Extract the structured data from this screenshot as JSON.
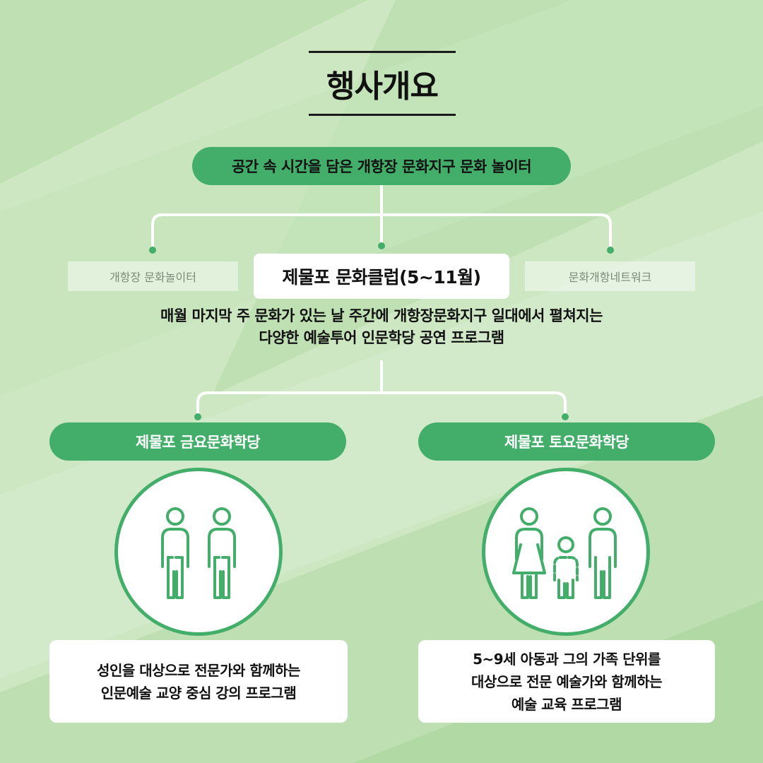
{
  "title": "행사개요",
  "top_pill": "공간 속 시간을 담은 개항장 문화지구 문화 놀이터",
  "side_left": "개항장 문화놀이터",
  "center_box": "제물포 문화클럽(5~11월)",
  "side_right": "문화개항네트워크",
  "description": {
    "line1": "매월 마지막 주 문화가 있는 날 주간에 개항장문화지구 일대에서 펼쳐지는",
    "line2": "다양한 예술투어 인문학당 공연 프로그램"
  },
  "programs": [
    {
      "name": "제물포 금요문화학당",
      "icon": "two-adults-icon",
      "desc_line1": "성인을 대상으로 전문가와 함께하는",
      "desc_line2": "인문예술 교양 중심 강의 프로그램"
    },
    {
      "name": "제물포 토요문화학당",
      "icon": "family-icon",
      "desc_line1": "5~9세 아동과 그의 가족 단위를",
      "desc_line2": "대상으로 전문 예술가와 함께하는",
      "desc_line3": "예술 교육 프로그램"
    }
  ],
  "colors": {
    "accent": "#43ad6a",
    "background": "#cfe8c4",
    "text": "#111111",
    "line": "#ffffff"
  }
}
